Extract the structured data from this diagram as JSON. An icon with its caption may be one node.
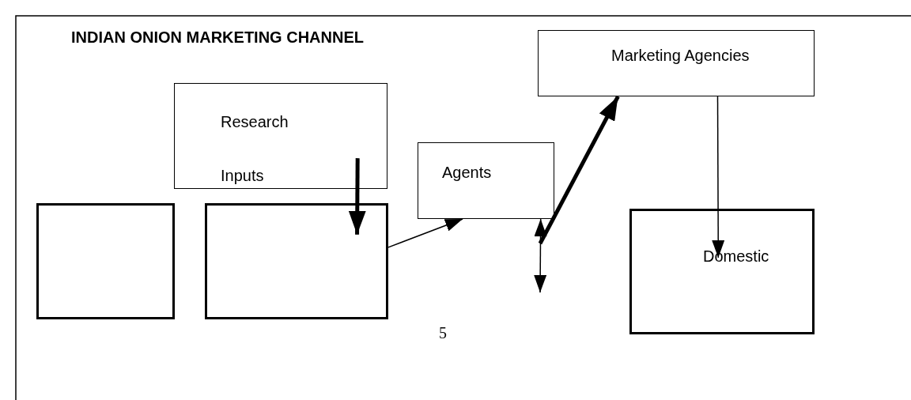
{
  "diagram": {
    "title": "INDIAN ONION MARKETING CHANNEL",
    "nodes": [
      {
        "text": [
          "Research Inputs"
        ]
      },
      {
        "text": [
          "Marketing Agencies"
        ]
      },
      {
        "text": [
          "Agents"
        ]
      },
      {
        "text": [],
        "shape": "box"
      },
      {
        "text": [],
        "shape": "box"
      },
      {
        "text": [
          "Domestic"
        ]
      }
    ],
    "edges": [
      {
        "from": 0,
        "to": 4,
        "arrow": "to",
        "style": "thick"
      },
      {
        "from": 4,
        "to": 2,
        "arrow": "to"
      },
      {
        "from": null,
        "to": 2,
        "arrow": "both"
      },
      {
        "from": null,
        "to": 1,
        "arrow": "to",
        "style": "thick"
      },
      {
        "from": 1,
        "to": 5,
        "arrow": "to"
      }
    ],
    "labels": [
      "5"
    ]
  }
}
